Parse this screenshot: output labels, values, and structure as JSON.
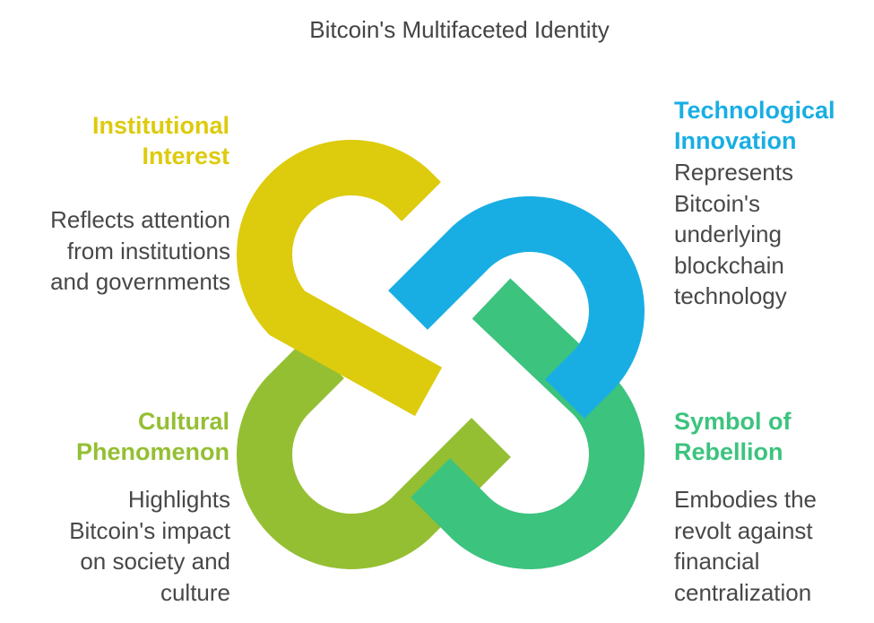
{
  "title": "Bitcoin's Multifaceted Identity",
  "colors": {
    "institutional": "#DDCB0D",
    "technological": "#19AEE3",
    "cultural": "#94BF33",
    "rebellion": "#3CC37E",
    "text": "#484848"
  },
  "segments": {
    "institutional": {
      "heading": [
        "Institutional",
        "Interest"
      ],
      "description": [
        "Reflects attention",
        "from institutions",
        "and governments"
      ]
    },
    "technological": {
      "heading": [
        "Technological",
        "Innovation"
      ],
      "description": [
        "Represents",
        "Bitcoin's",
        "underlying",
        "blockchain",
        "technology"
      ]
    },
    "cultural": {
      "heading": [
        "Cultural",
        "Phenomenon"
      ],
      "description": [
        "Highlights",
        "Bitcoin's impact",
        "on society and",
        "culture"
      ]
    },
    "rebellion": {
      "heading": [
        "Symbol of",
        "Rebellion"
      ],
      "description": [
        "Embodies the",
        "revolt against",
        "financial",
        "centralization"
      ]
    }
  }
}
